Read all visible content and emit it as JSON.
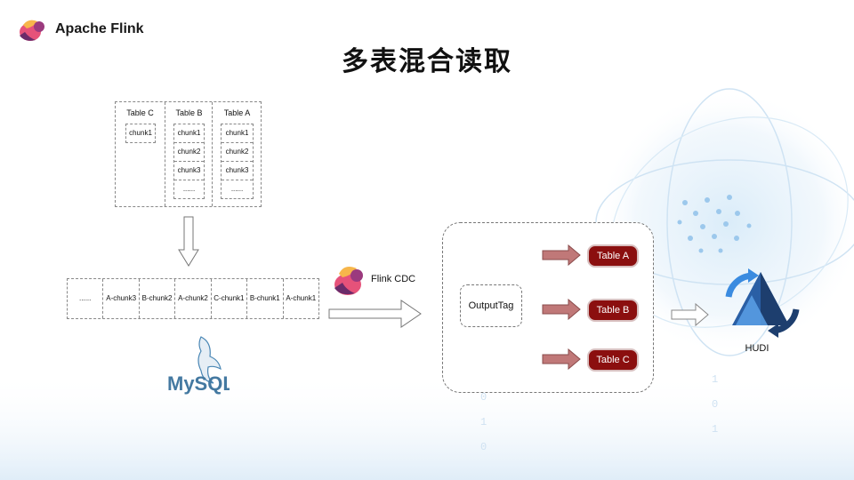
{
  "header": {
    "logo_text": "Apache Flink",
    "title": "多表混合读取"
  },
  "tables": [
    {
      "name": "Table C",
      "chunks": [
        "chunk1"
      ]
    },
    {
      "name": "Table B",
      "chunks": [
        "chunk1",
        "chunk2",
        "chunk3",
        "......"
      ]
    },
    {
      "name": "Table A",
      "chunks": [
        "chunk1",
        "chunk2",
        "chunk3",
        "......"
      ]
    }
  ],
  "stream": [
    "......",
    "A-chunk3",
    "B-chunk2",
    "A-chunk2",
    "C-chunk1",
    "B-chunk1",
    "A-chunk1"
  ],
  "mysql_label": "MySQL",
  "flink_cdc_label": "Flink CDC",
  "output_tag_label": "OutputTag",
  "outputs": [
    "Table A",
    "Table B",
    "Table C"
  ],
  "hudi_label": "HUDI",
  "colors": {
    "output_pill": "#8b0f0f",
    "arrow_red": "#b87070",
    "hudi_blue": "#2f7fd0",
    "hudi_dark": "#1d3e6e"
  }
}
